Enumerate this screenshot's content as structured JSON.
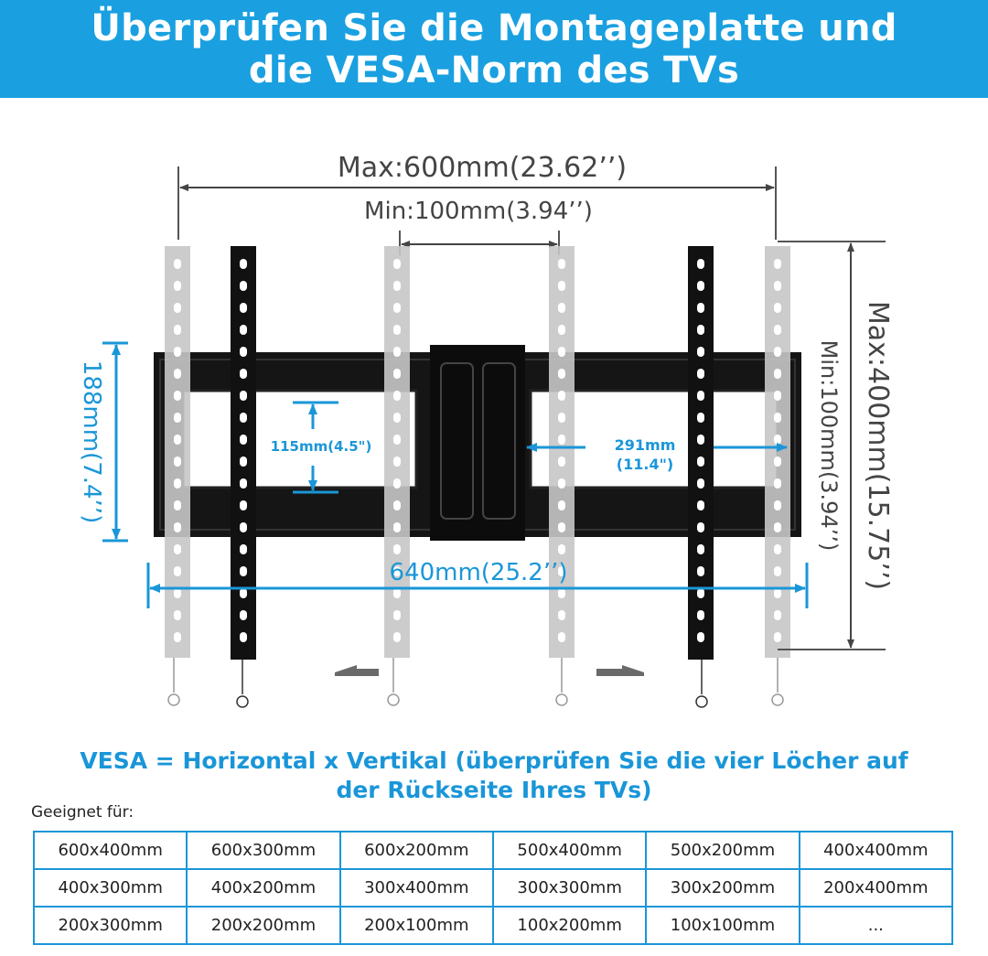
{
  "header": {
    "title_line1": "Überprüfen Sie die Montageplatte und",
    "title_line2": "die VESA-Norm des TVs",
    "background": "#1aa0e0"
  },
  "dimensions": {
    "max_width": "Max:600mm(23.62’’)",
    "min_width": "Min:100mm(3.94’’)",
    "max_height": "Max:400mm(15.75’’)",
    "min_height": "Min:100mm(3.94’’)",
    "plate_height": "188mm(7.4’’)",
    "slot_height": "115mm(4.5\")",
    "slot_width_line1": "291mm",
    "slot_width_line2": "(11.4\")",
    "plate_width": "640mm(25.2’’)"
  },
  "colors": {
    "accent": "#1a96d8",
    "bracket": "#111111",
    "ghost": "#bdbdbd"
  },
  "vesa": {
    "caption_line1": "VESA = Horizontal x Vertikal (überprüfen Sie die vier Löcher auf",
    "caption_line2": "der Rückseite Ihres TVs)"
  },
  "suitable_label": "Geeignet für:",
  "sizes": [
    [
      "600x400mm",
      "600x300mm",
      "600x200mm",
      "500x400mm",
      "500x200mm",
      "400x400mm"
    ],
    [
      "400x300mm",
      "400x200mm",
      "300x400mm",
      "300x300mm",
      "300x200mm",
      "200x400mm"
    ],
    [
      "200x300mm",
      "200x200mm",
      "200x100mm",
      "100x200mm",
      "100x100mm",
      "..."
    ]
  ]
}
